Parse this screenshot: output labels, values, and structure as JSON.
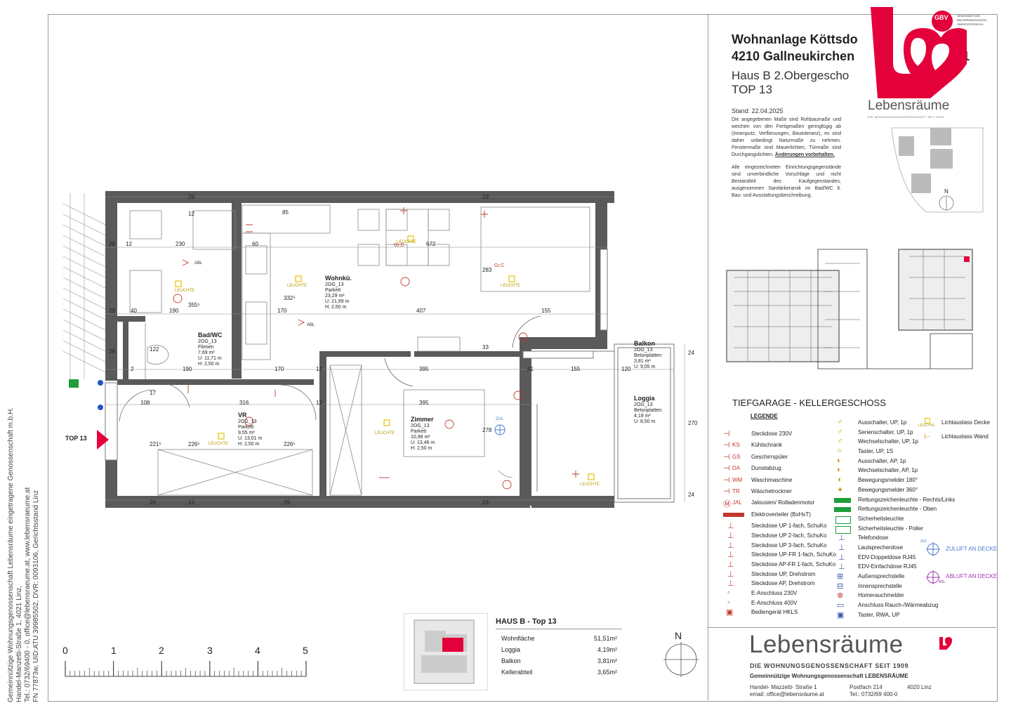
{
  "side_text": {
    "line1": "Gemeinnützige Wohnungsgenossenschaft Lebensräume eingetragene Genossenschaft m.b.H.",
    "line2": "Handel-Manzetti-Straße 1, 4021 Linz,",
    "line3": "Tel.: 0732/69400 - 0, office@lebensraeume.at, www.lebensraeume.at",
    "line4": "FN 77873w, UID:ATU 39985502, DVR: 0093106, Gerichtsstand Linz"
  },
  "header": {
    "title1": "Wohnanlage Köttsdo",
    "title1b": "se 13",
    "title2": "4210 Gallneukirchen",
    "title2b": "t 1",
    "sub1": "Haus B  2.Obergescho",
    "sub2": "TOP 13",
    "stand": "Stand: 22.04.2025",
    "notes": "Die angegebenen Maße sind Rohbaumaße und weichen von den Fertigmaßen geringfügig ab (Innenputz, Verfliesungen, Bautoleranz), es sind daher unbedingt Naturmaße zu nehmen. Fenstermaße sind Mauerlichten, Türmaße sind Durchgangslichten.",
    "notes_bold": "Änderungen vorbehalten.",
    "notes2": "Alle eingezeichneten Einrichtungsgegenstände sind unverbindliche Vorschläge und nicht Bestandteil des Kaufgegenstandes, ausgenommen Sanitärkeramik im Bad/WC lt. Bau- und Ausstattungsbeschreibung."
  },
  "logo": {
    "brand": "Lebensräume",
    "tagline_small": "DIE WOHNUNGSGENOSSENSCHAFT SEIT 1909",
    "gbv": "GBV",
    "gbv_text": "GEMEINNÜTZIGE BAUVEREINIGUNGEN OBERÖSTERREICH"
  },
  "site_north": "N",
  "keyplan_title": "TIEFGARAGE - KELLERGESCHOSS",
  "legend_title": "LEGENDE",
  "legend_col1": [
    {
      "code": "",
      "label": "Steckdose 230V"
    },
    {
      "code": "KS",
      "label": "Kühlschrank"
    },
    {
      "code": "GS",
      "label": "Geschirrspüler"
    },
    {
      "code": "DA",
      "label": "Dunstabzug"
    },
    {
      "code": "WM",
      "label": "Waschmaschine"
    },
    {
      "code": "TR",
      "label": "Wäschetrockner"
    },
    {
      "code": "JAL",
      "label": "Jalousien/ Rolladenmotor"
    },
    {
      "code": "",
      "label": "Elektroverteiler (BxHxT)"
    },
    {
      "code": "",
      "label": "Steckdose UP 1-fach, SchuKo"
    },
    {
      "code": "",
      "label": "Steckdose UP 2-fach, SchuKo"
    },
    {
      "code": "",
      "label": "Steckdose UP 3-fach, SchuKo"
    },
    {
      "code": "",
      "label": "Steckdose UP-FR 1-fach, SchuKo"
    },
    {
      "code": "",
      "label": "Steckdose AP-FR 1-fach, SchuKo"
    },
    {
      "code": "",
      "label": "Steckdose UP, Drehstrom"
    },
    {
      "code": "",
      "label": "Steckdose AP, Drehstrom"
    },
    {
      "code": "",
      "label": "E-Anschluss 230V"
    },
    {
      "code": "",
      "label": "E-Anschluss 400V"
    },
    {
      "code": "",
      "label": "Bediengerät HKLS"
    }
  ],
  "legend_col2": [
    "Ausschalter, UP, 1p",
    "Serienschalter, UP, 1p",
    "Wechselschalter, UP, 1p",
    "Taster, UP, 1S",
    "Ausschalter, AP, 1p",
    "Wechselschalter, AP, 1p",
    "Bewegungsmelder 180°",
    "Bewegungsmelder 360°",
    "Rettungszeichenleuchte - Rechts/Links",
    "Rettungszeichenleuchte - Oben",
    "Sicherheitsleuchte",
    "Sicherheitsleuchte - Poller",
    "Telefondose",
    "Lautsprecherdose",
    "EDV-Doppeldose RJ45",
    "EDV-Einfachdose RJ45",
    "Außensprechstelle",
    "Innensprechstelle",
    "Homerauchmelder",
    "Anschluss Rauch-/Wärmeabzug",
    "Taster, RWA, UP"
  ],
  "legend_col3": [
    {
      "label": "Lichtauslass Decke",
      "tag": "LEUCHTE"
    },
    {
      "label": "Lichtauslass Wand",
      "tag": ""
    }
  ],
  "legend_air": [
    {
      "label": "ZULUFT AN DECKE",
      "tag": "ZUL"
    },
    {
      "label": "ABLUFT AN DECKE",
      "tag": "ABL"
    }
  ],
  "rooms": {
    "wohn": {
      "name": "Wohnkü.",
      "code": "2OG_13",
      "floor": "Parkett",
      "area": "23,29 m²",
      "u": "U: 21,99 m",
      "h": "H: 2,50 m"
    },
    "bad": {
      "name": "Bad/WC",
      "code": "2OG_13",
      "floor": "Fliesen",
      "area": "7,69 m²",
      "u": "U: 11,71 m",
      "h": "H: 2,50 m"
    },
    "vr": {
      "name": "VR",
      "code": "2OG_13",
      "floor": "Parkett",
      "area": "9,55 m²",
      "u": "U: 13,01 m",
      "h": "H: 2,50 m"
    },
    "zimmer": {
      "name": "Zimmer",
      "code": "2OG_13",
      "floor": "Parkett",
      "area": "10,98 m²",
      "u": "U: 13,46 m",
      "h": "H: 2,50 m"
    },
    "balkon": {
      "name": "Balkon",
      "code": "2OG_13",
      "floor": "Betonplatten",
      "area": "3,81 m²",
      "u": "U: 9,05 m"
    },
    "loggia": {
      "name": "Loggia",
      "code": "2OG_13",
      "floor": "Betonplatten",
      "area": "4,19 m²",
      "u": "U: 8,50 m"
    }
  },
  "plan_labels": {
    "top": "TOP 13",
    "leuchte": "LEUCHTE",
    "abl": "ABL",
    "zul": "ZUL",
    "grd": "Gr.D",
    "grc": "Gr.C"
  },
  "dims": {
    "d29": "29",
    "d12": "12",
    "d230": "230",
    "d60": "60",
    "d672": "672",
    "d40": "40",
    "d190": "190",
    "d355": "355⁵",
    "d170": "170",
    "d407": "407",
    "d155": "155",
    "d332": "332⁵",
    "d283": "283",
    "d122": "122",
    "d2": "2",
    "d85": "85",
    "d33": "33",
    "d395": "395",
    "d41": "41",
    "d120": "120",
    "d24": "24",
    "d270": "270",
    "d17": "17",
    "d108": "108",
    "d316": "316",
    "d221": "221⁵",
    "d226": "226⁵",
    "d278": "278"
  },
  "summary": {
    "title": "HAUS B - Top 13",
    "rows": [
      {
        "label": "Wohnfläche",
        "value": "51,51m²"
      },
      {
        "label": "Loggia",
        "value": "4,19m²"
      },
      {
        "label": "Balkon",
        "value": "3,81m²"
      },
      {
        "label": "Kellerabteil",
        "value": "3,65m²"
      }
    ]
  },
  "scale": {
    "ticks": [
      "0",
      "1",
      "2",
      "3",
      "4",
      "5"
    ]
  },
  "north_plan": "N",
  "footer": {
    "brand": "Lebensräume",
    "tagline": "DIE WOHNUNGSGENOSSENSCHAFT SEIT 1909",
    "company": "Gemeinnützige Wohnungsgenossenschaft LEBENSRÄUME",
    "addr1": "Handel- Mazzetti- Straße  1",
    "postfach": "Postfach 214",
    "city": "4020 Linz",
    "email": "email: office@lebensräume.at",
    "tel": "Tel.:  0732/69 400-0"
  },
  "colors": {
    "brand_red": "#e4003a",
    "wall": "#5a5a5a",
    "symbol_red": "#c0392b",
    "leuchte_yellow": "#e8c000"
  }
}
